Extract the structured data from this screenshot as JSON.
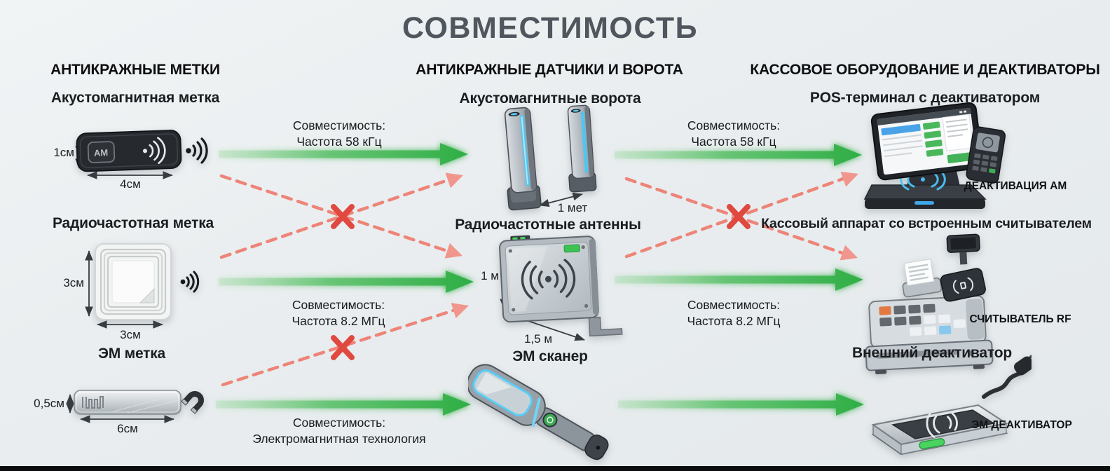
{
  "title": "СОВМЕСТИМОСТЬ",
  "columns": [
    {
      "header": "АНТИКРАЖНЫЕ МЕТКИ"
    },
    {
      "header": "АНТИКРАЖНЫЕ ДАТЧИКИ И ВОРОТА"
    },
    {
      "header": "КАССОВОЕ ОБОРУДОВАНИЕ И ДЕАКТИВАТОРЫ"
    }
  ],
  "tags": {
    "am": {
      "title": "Акустомагнитная метка",
      "chip_label": "AM",
      "height": "1см",
      "width": "4см"
    },
    "rf": {
      "title": "Радиочастотная метка",
      "height": "3см",
      "width": "3см"
    },
    "em": {
      "title": "ЭМ метка",
      "height": "0,5см",
      "width": "6см"
    }
  },
  "detectors": {
    "am": {
      "title": "Акустомагнитные ворота",
      "spacing": "1 мет"
    },
    "rf": {
      "title": "Радиочастотные антенны",
      "height": "1 м",
      "width": "1,5 м"
    },
    "em": {
      "title": "ЭМ сканер"
    }
  },
  "checkout": {
    "am": {
      "title": "POS-терминал с деактиватором",
      "caption": "ДЕАКТИВАЦИЯ АМ"
    },
    "rf": {
      "title": "Кассовый аппарат со встроенным считывателем",
      "caption": "СЧИТЫВАТЕЛЬ RF"
    },
    "em": {
      "title": "Внешний деактиватор",
      "caption": "ЭМ ДЕАКТИВАТОР"
    }
  },
  "connections": {
    "left": [
      {
        "line1": "Совместимость:",
        "line2": "Частота 58 кГц"
      },
      {
        "line1": "Совместимость:",
        "line2": "Частота 8.2 МГц"
      },
      {
        "line1": "Совместимость:",
        "line2": "Электромагнитная технология"
      }
    ],
    "right": [
      {
        "line1": "Совместимость:",
        "line2": "Частота 58 кГц"
      },
      {
        "line1": "Совместимость:",
        "line2": "Частота 8.2 МГц"
      }
    ]
  },
  "colors": {
    "compatible_arrow": "#2fae45",
    "incompatible_arrow": "#ee8478",
    "incompatible_x": "#e0493f",
    "background": "#eceff1",
    "title": "#4f565d",
    "gate_light": "#4fc6f2",
    "led_green": "#3ec353"
  }
}
